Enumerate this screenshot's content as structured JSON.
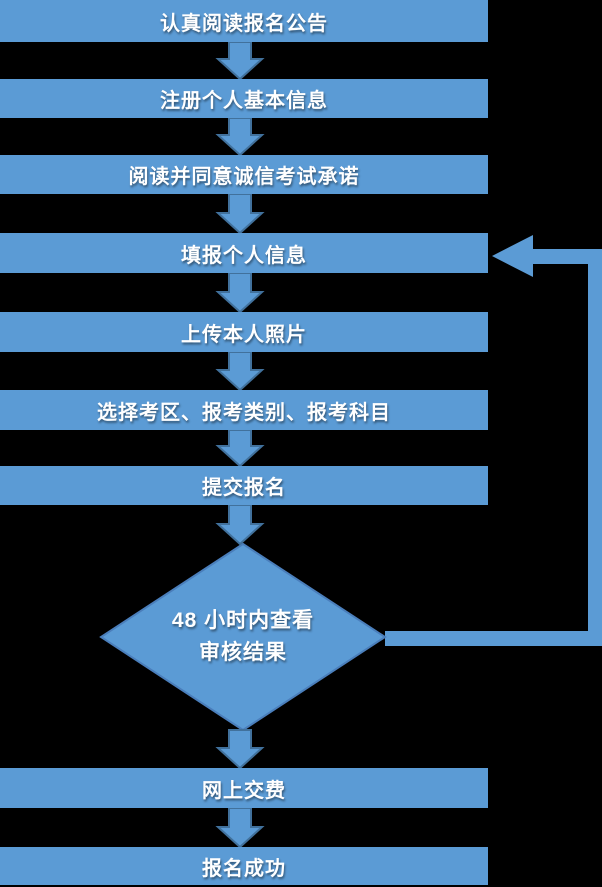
{
  "flowchart": {
    "background_color": "#000000",
    "shape_fill_color": "#5b9bd5",
    "arrow_outline_color": "#41719c",
    "diamond_outline_color": "#4a7ebb",
    "text_color": "#ffffff",
    "steps": [
      {
        "label": "认真阅读报名公告"
      },
      {
        "label": "注册个人基本信息"
      },
      {
        "label": "阅读并同意诚信考试承诺"
      },
      {
        "label": "填报个人信息"
      },
      {
        "label": "上传本人照片"
      },
      {
        "label": "选择考区、报考类别、报考科目"
      },
      {
        "label": "提交报名"
      },
      {
        "label": "网上交费"
      },
      {
        "label": "报名成功"
      }
    ],
    "decision": {
      "lines": [
        "48 小时内查看",
        "审核结果"
      ]
    }
  }
}
